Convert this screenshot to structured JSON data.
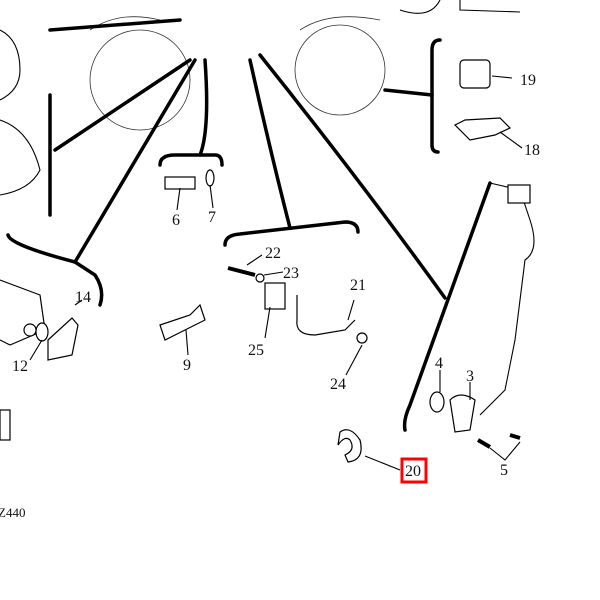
{
  "diagram": {
    "code": "Z440",
    "highlight_color": "#ff0000",
    "highlighted_callout": "20",
    "callouts": {
      "c19": "19",
      "c18": "18",
      "c6": "6",
      "c7": "7",
      "c22": "22",
      "c23": "23",
      "c21": "21",
      "c25": "25",
      "c24": "24",
      "c14": "14",
      "c12": "12",
      "c9": "9",
      "c4": "4",
      "c3": "3",
      "c5": "5",
      "c20": "20"
    }
  }
}
